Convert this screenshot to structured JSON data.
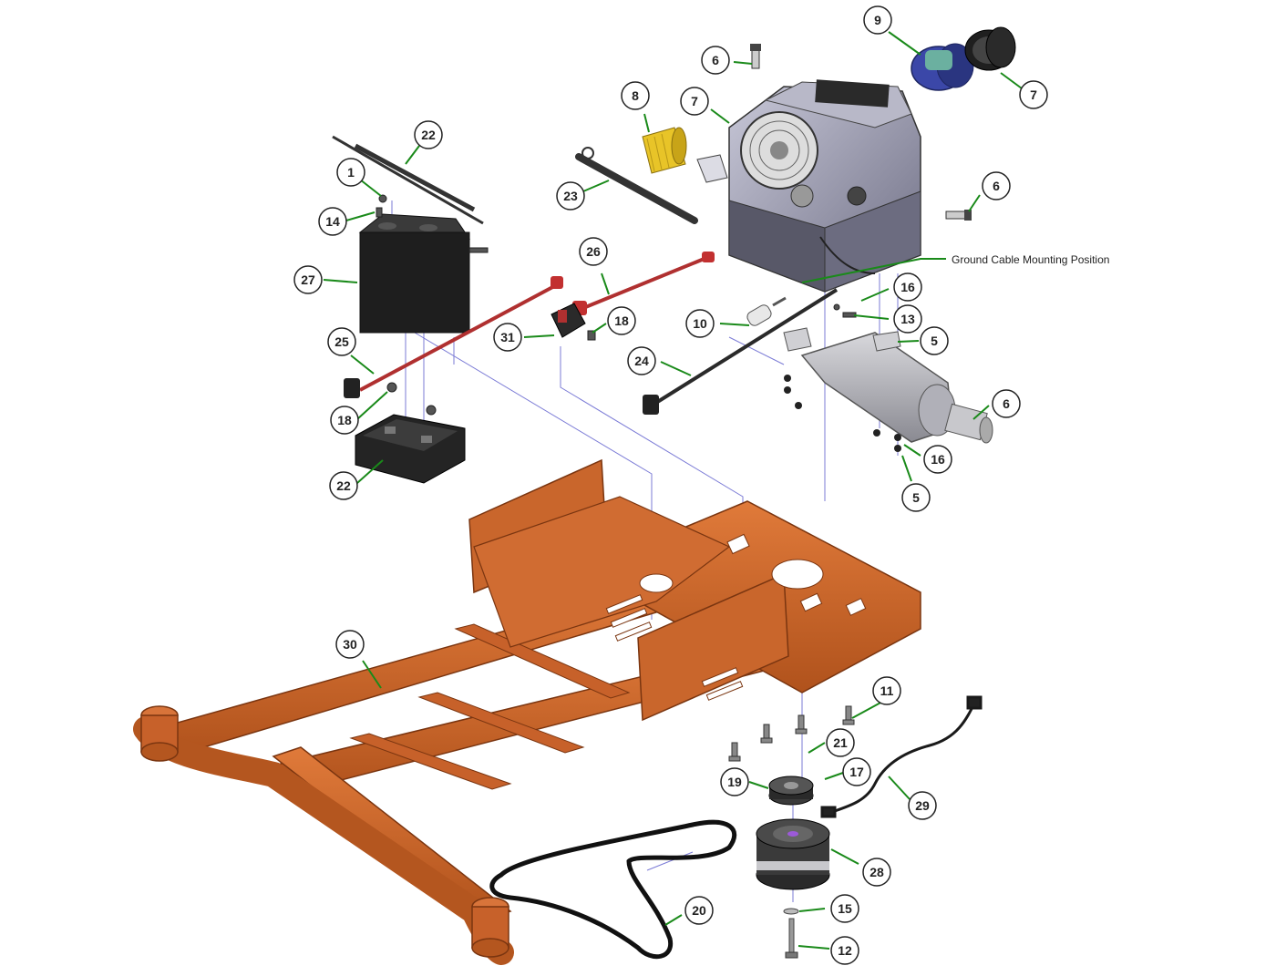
{
  "note": {
    "text": "Ground Cable Mounting Position"
  },
  "colors": {
    "frame": "#c8642a",
    "frame_dark": "#8a3e14",
    "engine": "#9a9aae",
    "battery": "#1e1e1e",
    "leader": "#1a8a1a",
    "guide": "#7b7bd6",
    "filter": "#e8c428",
    "air_filter": "#3b47a8",
    "cable_red": "#c23030"
  },
  "callouts": [
    {
      "id": "c1",
      "label": "1"
    },
    {
      "id": "c14",
      "label": "14"
    },
    {
      "id": "c22a",
      "label": "22"
    },
    {
      "id": "c27",
      "label": "27"
    },
    {
      "id": "c25",
      "label": "25"
    },
    {
      "id": "c18a",
      "label": "18"
    },
    {
      "id": "c22b",
      "label": "22"
    },
    {
      "id": "c31",
      "label": "31"
    },
    {
      "id": "c18b",
      "label": "18"
    },
    {
      "id": "c26",
      "label": "26"
    },
    {
      "id": "c23",
      "label": "23"
    },
    {
      "id": "c8",
      "label": "8"
    },
    {
      "id": "c7a",
      "label": "7"
    },
    {
      "id": "c6a",
      "label": "6"
    },
    {
      "id": "c9",
      "label": "9"
    },
    {
      "id": "c7b",
      "label": "7"
    },
    {
      "id": "c6b",
      "label": "6"
    },
    {
      "id": "c16a",
      "label": "16"
    },
    {
      "id": "c13",
      "label": "13"
    },
    {
      "id": "c10",
      "label": "10"
    },
    {
      "id": "c5a",
      "label": "5"
    },
    {
      "id": "c24",
      "label": "24"
    },
    {
      "id": "c6c",
      "label": "6"
    },
    {
      "id": "c16b",
      "label": "16"
    },
    {
      "id": "c5b",
      "label": "5"
    },
    {
      "id": "c30",
      "label": "30"
    },
    {
      "id": "c11",
      "label": "11"
    },
    {
      "id": "c21",
      "label": "21"
    },
    {
      "id": "c17",
      "label": "17"
    },
    {
      "id": "c19",
      "label": "19"
    },
    {
      "id": "c29",
      "label": "29"
    },
    {
      "id": "c28",
      "label": "28"
    },
    {
      "id": "c15",
      "label": "15"
    },
    {
      "id": "c12",
      "label": "12"
    },
    {
      "id": "c20",
      "label": "20"
    }
  ]
}
